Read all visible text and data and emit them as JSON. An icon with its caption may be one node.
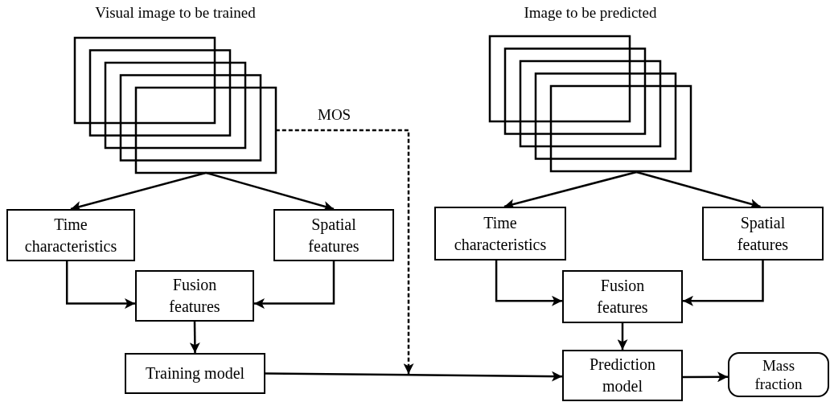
{
  "diagram": {
    "nodes": [
      {
        "text": [
          "Visual image to be trained"
        ]
      },
      {
        "text": [
          "Time characteristics"
        ]
      },
      {
        "text": [
          "Spatial features"
        ]
      },
      {
        "text": [
          "Fusion features"
        ]
      },
      {
        "text": [
          "Training model"
        ]
      },
      {
        "text": [
          "Image to be predicted"
        ]
      },
      {
        "text": [
          "Time characteristics"
        ]
      },
      {
        "text": [
          "Spatial features"
        ]
      },
      {
        "text": [
          "Fusion features"
        ]
      },
      {
        "text": [
          "Prediction model"
        ]
      },
      {
        "text": [
          "Mass fraction"
        ]
      }
    ],
    "edges": [
      {
        "from": 0,
        "to": 1,
        "arrow": "to"
      },
      {
        "from": 0,
        "to": 2,
        "arrow": "to"
      },
      {
        "from": 1,
        "to": 3,
        "arrow": "to"
      },
      {
        "from": 2,
        "to": 3,
        "arrow": "to"
      },
      {
        "from": 3,
        "to": 4,
        "arrow": "to"
      },
      {
        "from": 0,
        "to": null,
        "arrow": "to",
        "label": "MOS",
        "style": "dashed"
      },
      {
        "from": 4,
        "to": 9,
        "arrow": "to"
      },
      {
        "from": 5,
        "to": 6,
        "arrow": "to"
      },
      {
        "from": 5,
        "to": 7,
        "arrow": "to"
      },
      {
        "from": 6,
        "to": 8,
        "arrow": "to"
      },
      {
        "from": 7,
        "to": 8,
        "arrow": "to"
      },
      {
        "from": 8,
        "to": 9,
        "arrow": "to"
      },
      {
        "from": 9,
        "to": 10,
        "arrow": "to"
      }
    ]
  }
}
